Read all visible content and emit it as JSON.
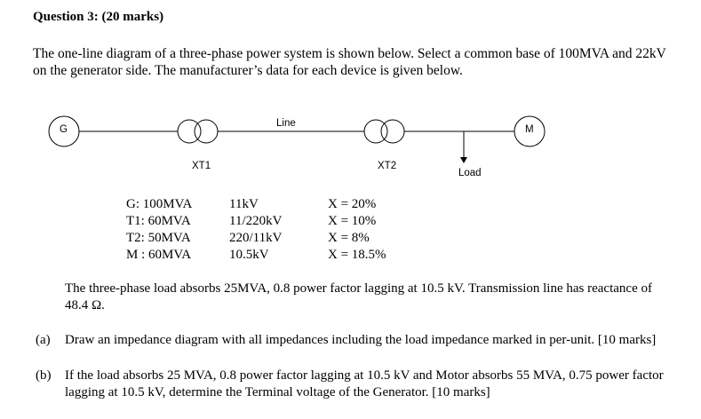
{
  "question": {
    "title": "Question 3: (20 marks)",
    "intro": "The one-line diagram of a three-phase power system is shown below. Select a common base of 100MVA and 22kV on the generator side. The manufacturer’s data for each device is given below."
  },
  "diagram": {
    "generator_label": "G",
    "motor_label": "M",
    "line_label": "Line",
    "xt1_label": "XT1",
    "xt2_label": "XT2",
    "load_label": "Load"
  },
  "specs": [
    {
      "device": "G: 100MVA",
      "voltage": "11kV",
      "reactance": "X = 20%"
    },
    {
      "device": "T1: 60MVA",
      "voltage": "11/220kV",
      "reactance": "X = 10%"
    },
    {
      "device": "T2: 50MVA",
      "voltage": "220/11kV",
      "reactance": "X = 8%"
    },
    {
      "device": "M : 60MVA",
      "voltage": "10.5kV",
      "reactance": "X = 18.5%"
    }
  ],
  "load_paragraph": "The three-phase load absorbs 25MVA, 0.8 power factor lagging at 10.5 kV. Transmission line has reactance of 48.4 Ω.",
  "parts": [
    {
      "letter": "(a)",
      "text": "Draw an impedance diagram with all impedances including the load impedance marked in per-unit. [10 marks]"
    },
    {
      "letter": "(b)",
      "text": "If the load absorbs 25 MVA, 0.8 power factor lagging at 10.5 kV and Motor absorbs 55 MVA, 0.75 power factor lagging at 10.5 kV, determine the Terminal voltage of the Generator.  [10 marks]"
    }
  ]
}
